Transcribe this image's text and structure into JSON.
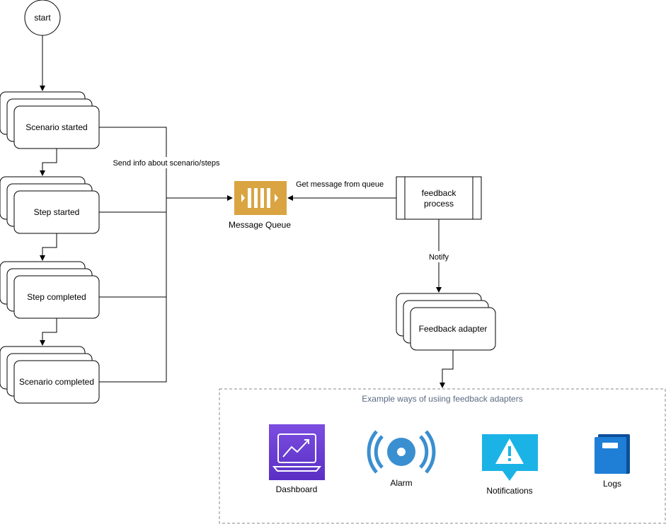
{
  "nodes": {
    "start": "start",
    "scenario_started": "Scenario started",
    "step_started": "Step started",
    "step_completed": "Step completed",
    "scenario_completed": "Scenario completed",
    "message_queue": "Message Queue",
    "feedback_process_line1": "feedback",
    "feedback_process_line2": "process",
    "feedback_adapter": "Feedback adapter"
  },
  "edges": {
    "send_info": "Send info about scenario/steps",
    "get_message": "Get message from queue",
    "notify": "Notify"
  },
  "group": {
    "title": "Example ways of usiing feedback adapters",
    "items": [
      {
        "label": "Dashboard",
        "icon": "dashboard-icon",
        "color": "#6a3fd6"
      },
      {
        "label": "Alarm",
        "icon": "alarm-icon",
        "color": "#3a8fd1"
      },
      {
        "label": "Notifications",
        "icon": "notification-icon",
        "color": "#1bb3e6"
      },
      {
        "label": "Logs",
        "icon": "logs-icon",
        "color": "#1f7fd6"
      }
    ]
  },
  "colors": {
    "queue_fill": "#d9a441",
    "stroke": "#000000",
    "group_border": "#888888"
  }
}
